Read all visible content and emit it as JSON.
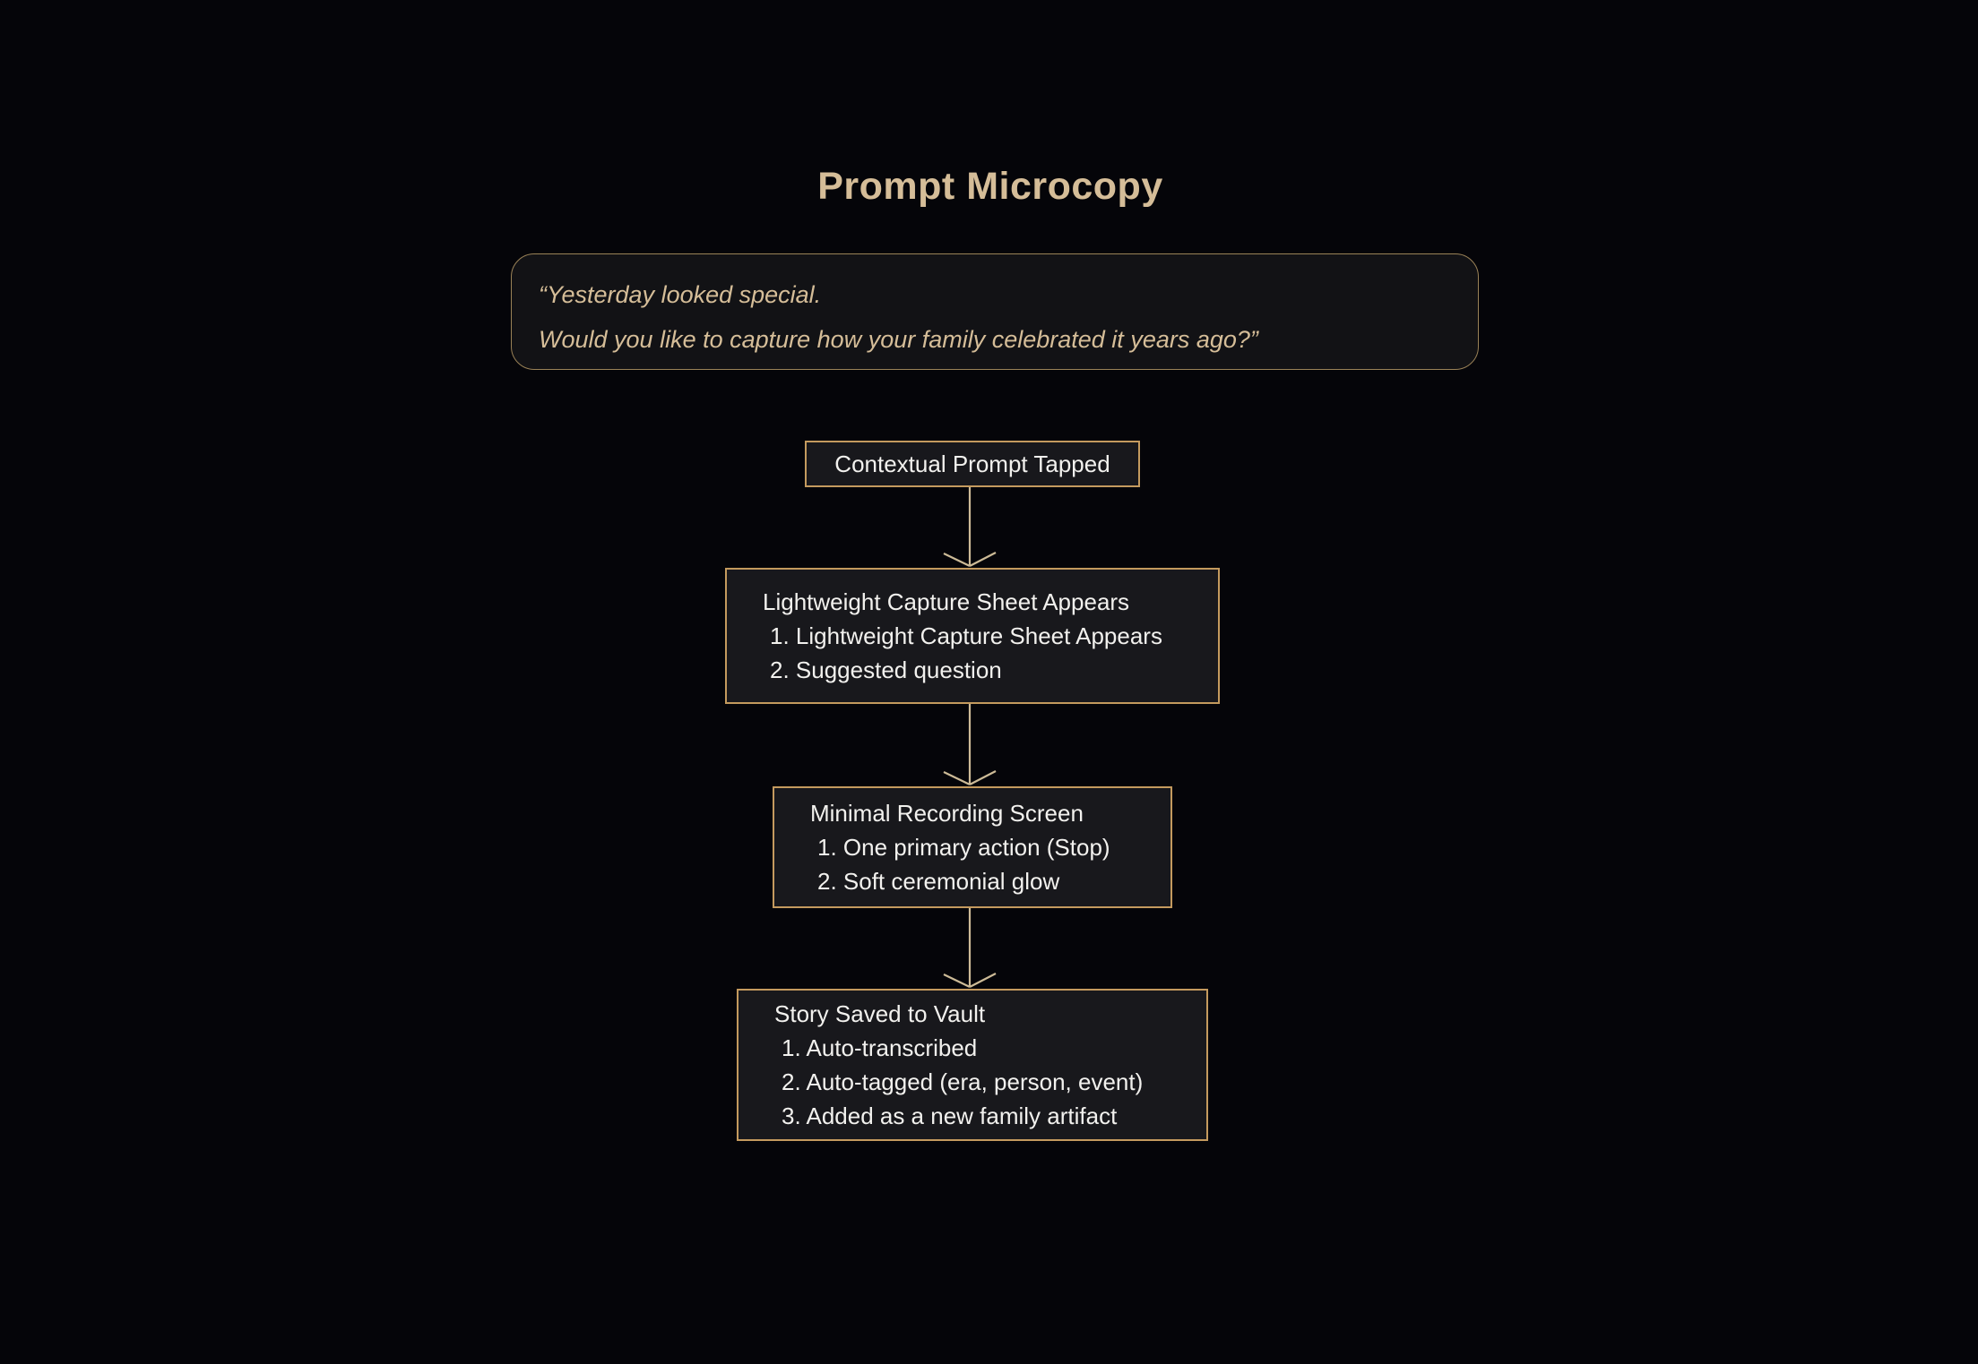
{
  "page": {
    "title": "Prompt Microcopy"
  },
  "quote": {
    "line1": "“Yesterday looked special.",
    "line2": "Would you like to capture how your family celebrated it years ago?”"
  },
  "flow": {
    "nodes": [
      {
        "name": "contextual-prompt-tapped",
        "lines": [
          "Contextual Prompt Tapped"
        ]
      },
      {
        "name": "capture-sheet-appears",
        "lines": [
          "Lightweight Capture Sheet Appears",
          "1. Lightweight Capture Sheet Appears",
          "2. Suggested question"
        ]
      },
      {
        "name": "minimal-recording-screen",
        "lines": [
          "Minimal Recording Screen",
          "1. One primary action (Stop)",
          "2. Soft ceremonial glow"
        ]
      },
      {
        "name": "story-saved-to-vault",
        "lines": [
          "Story Saved to Vault",
          "1. Auto-transcribed",
          "2. Auto-tagged (era, person, event)",
          "3. Added as a new family artifact"
        ]
      }
    ],
    "edges": [
      {
        "from": "contextual-prompt-tapped",
        "to": "capture-sheet-appears"
      },
      {
        "from": "capture-sheet-appears",
        "to": "minimal-recording-screen"
      },
      {
        "from": "minimal-recording-screen",
        "to": "story-saved-to-vault"
      }
    ]
  },
  "colors": {
    "background": "#050509",
    "node_bg": "#18181c",
    "quote_bg": "#121215",
    "accent_gold": "#c49a5e",
    "border_muted": "#9a8257",
    "accent_tan": "#d5bd98",
    "text_light": "#f2f1ee",
    "edge_color": "#cdbb97"
  }
}
